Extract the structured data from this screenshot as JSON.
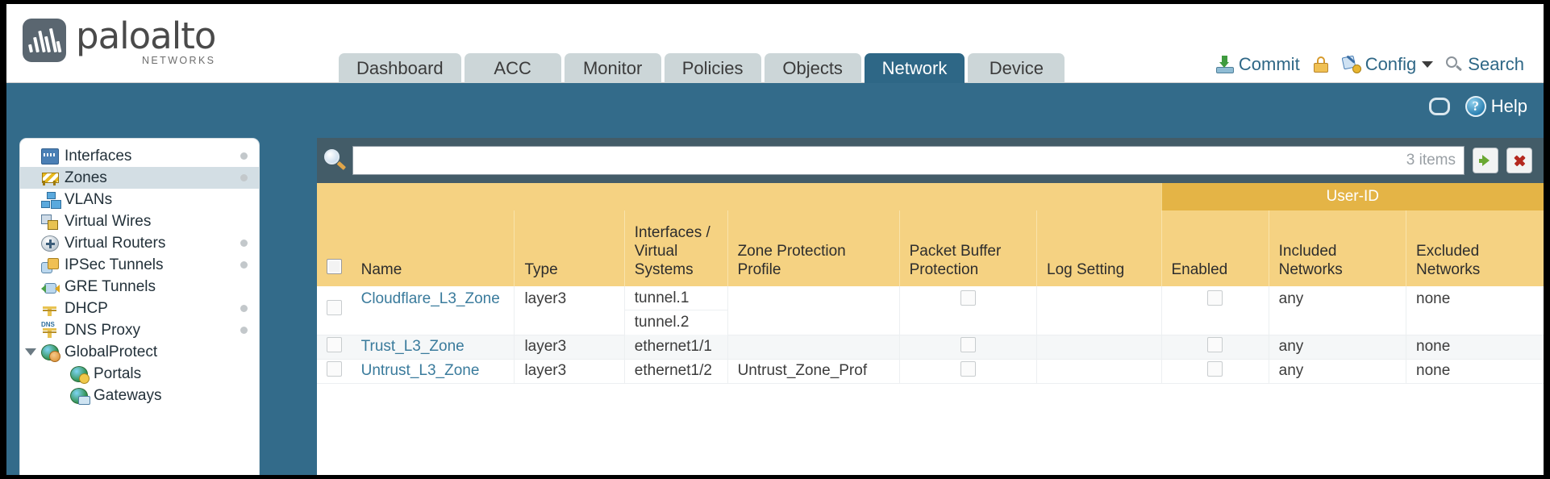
{
  "brand": {
    "name": "paloalto",
    "tagline": "NETWORKS",
    "logo_icon": "paloalto-logo-icon"
  },
  "nav_tabs": [
    {
      "label": "Dashboard",
      "active": false
    },
    {
      "label": "ACC",
      "active": false
    },
    {
      "label": "Monitor",
      "active": false
    },
    {
      "label": "Policies",
      "active": false
    },
    {
      "label": "Objects",
      "active": false
    },
    {
      "label": "Network",
      "active": true
    },
    {
      "label": "Device",
      "active": false
    }
  ],
  "toolbar": {
    "commit_label": "Commit",
    "config_label": "Config",
    "search_label": "Search",
    "lock_icon": "padlock-icon",
    "commit_icon": "commit-download-icon",
    "config_icon": "config-wrench-icon",
    "search_icon": "search-icon",
    "caret_icon": "chevron-down-icon"
  },
  "band": {
    "refresh_icon": "refresh-icon",
    "help_label": "Help",
    "help_icon": "help-question-icon",
    "help_glyph": "?"
  },
  "sidebar": {
    "items": [
      {
        "label": "Interfaces",
        "icon": "interfaces-icon",
        "selected": false,
        "dot": true,
        "child": false,
        "expander": false
      },
      {
        "label": "Zones",
        "icon": "zones-icon",
        "selected": true,
        "dot": true,
        "child": false,
        "expander": false
      },
      {
        "label": "VLANs",
        "icon": "vlans-icon",
        "selected": false,
        "dot": false,
        "child": false,
        "expander": false
      },
      {
        "label": "Virtual Wires",
        "icon": "virtual-wires-icon",
        "selected": false,
        "dot": false,
        "child": false,
        "expander": false
      },
      {
        "label": "Virtual Routers",
        "icon": "virtual-routers-icon",
        "selected": false,
        "dot": true,
        "child": false,
        "expander": false
      },
      {
        "label": "IPSec Tunnels",
        "icon": "ipsec-tunnels-icon",
        "selected": false,
        "dot": true,
        "child": false,
        "expander": false
      },
      {
        "label": "GRE Tunnels",
        "icon": "gre-tunnels-icon",
        "selected": false,
        "dot": false,
        "child": false,
        "expander": false
      },
      {
        "label": "DHCP",
        "icon": "dhcp-icon",
        "selected": false,
        "dot": true,
        "child": false,
        "expander": false
      },
      {
        "label": "DNS Proxy",
        "icon": "dns-proxy-icon",
        "selected": false,
        "dot": true,
        "child": false,
        "expander": false
      },
      {
        "label": "GlobalProtect",
        "icon": "globalprotect-icon",
        "selected": false,
        "dot": false,
        "child": false,
        "expander": true
      },
      {
        "label": "Portals",
        "icon": "portals-icon",
        "selected": false,
        "dot": false,
        "child": true,
        "expander": false
      },
      {
        "label": "Gateways",
        "icon": "gateways-icon",
        "selected": false,
        "dot": false,
        "child": true,
        "expander": false
      }
    ]
  },
  "filter": {
    "value": "",
    "placeholder": "",
    "items_count": "3 items",
    "search_icon": "search-icon",
    "apply_icon": "apply-filter-arrow-icon",
    "clear_icon": "clear-filter-x-icon"
  },
  "table": {
    "group_header": "User-ID",
    "columns": [
      "Name",
      "Type",
      "Interfaces / Virtual Systems",
      "Zone Protection Profile",
      "Packet Buffer Protection",
      "Log Setting",
      "Enabled",
      "Included Networks",
      "Excluded Networks"
    ],
    "rows": [
      {
        "selected": false,
        "name": "Cloudflare_L3_Zone",
        "type": "layer3",
        "interfaces": [
          "tunnel.1",
          "tunnel.2"
        ],
        "zone_protection_profile": "",
        "packet_buffer_protection": false,
        "log_setting": "",
        "userid_enabled": false,
        "included_networks": "any",
        "excluded_networks": "none"
      },
      {
        "selected": false,
        "name": "Trust_L3_Zone",
        "type": "layer3",
        "interfaces": [
          "ethernet1/1"
        ],
        "zone_protection_profile": "",
        "packet_buffer_protection": false,
        "log_setting": "",
        "userid_enabled": false,
        "included_networks": "any",
        "excluded_networks": "none"
      },
      {
        "selected": false,
        "name": "Untrust_L3_Zone",
        "type": "layer3",
        "interfaces": [
          "ethernet1/2"
        ],
        "zone_protection_profile": "Untrust_Zone_Prof",
        "packet_buffer_protection": false,
        "log_setting": "",
        "userid_enabled": false,
        "included_networks": "any",
        "excluded_networks": "none"
      }
    ]
  },
  "colors": {
    "brand_blue": "#336b8a",
    "tab_active": "#2e6786",
    "tab_inactive": "#ccd6d8",
    "header_gold": "#f5d282",
    "group_gold": "#e4b446",
    "link_blue": "#3a7b9c"
  }
}
